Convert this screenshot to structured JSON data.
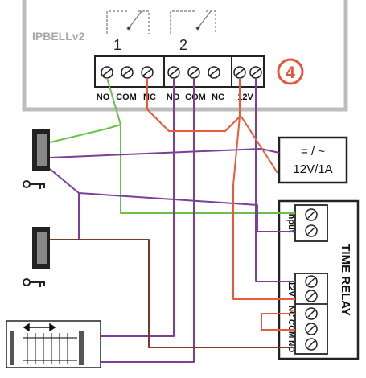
{
  "device": {
    "name": "IPBELLv2",
    "relay_labels": [
      "1",
      "2"
    ],
    "terminal_labels": [
      "NO",
      "COM",
      "NC",
      "NO",
      "COM",
      "NC",
      "12V"
    ],
    "step_badge": "4"
  },
  "power_supply": {
    "line1": "= / ~",
    "line2": "12V/1A"
  },
  "time_relay": {
    "title": "TIME RELAY",
    "input_label": "Input",
    "power_label": "12V",
    "contact_labels": "NC COM NO"
  },
  "colors": {
    "frame": "#bdbdbd",
    "green_wire": "#6cc04a",
    "purple_wire": "#7b3f99",
    "red_wire": "#e85a3a",
    "brown_wire": "#7a3a2a",
    "badge": "#e8553a"
  },
  "icons": [
    "door-lock-icon",
    "door-lock-icon",
    "key-icon",
    "key-icon",
    "gate-icon",
    "double-arrow-icon",
    "screw-terminal-icon",
    "relay-switch-icon"
  ]
}
